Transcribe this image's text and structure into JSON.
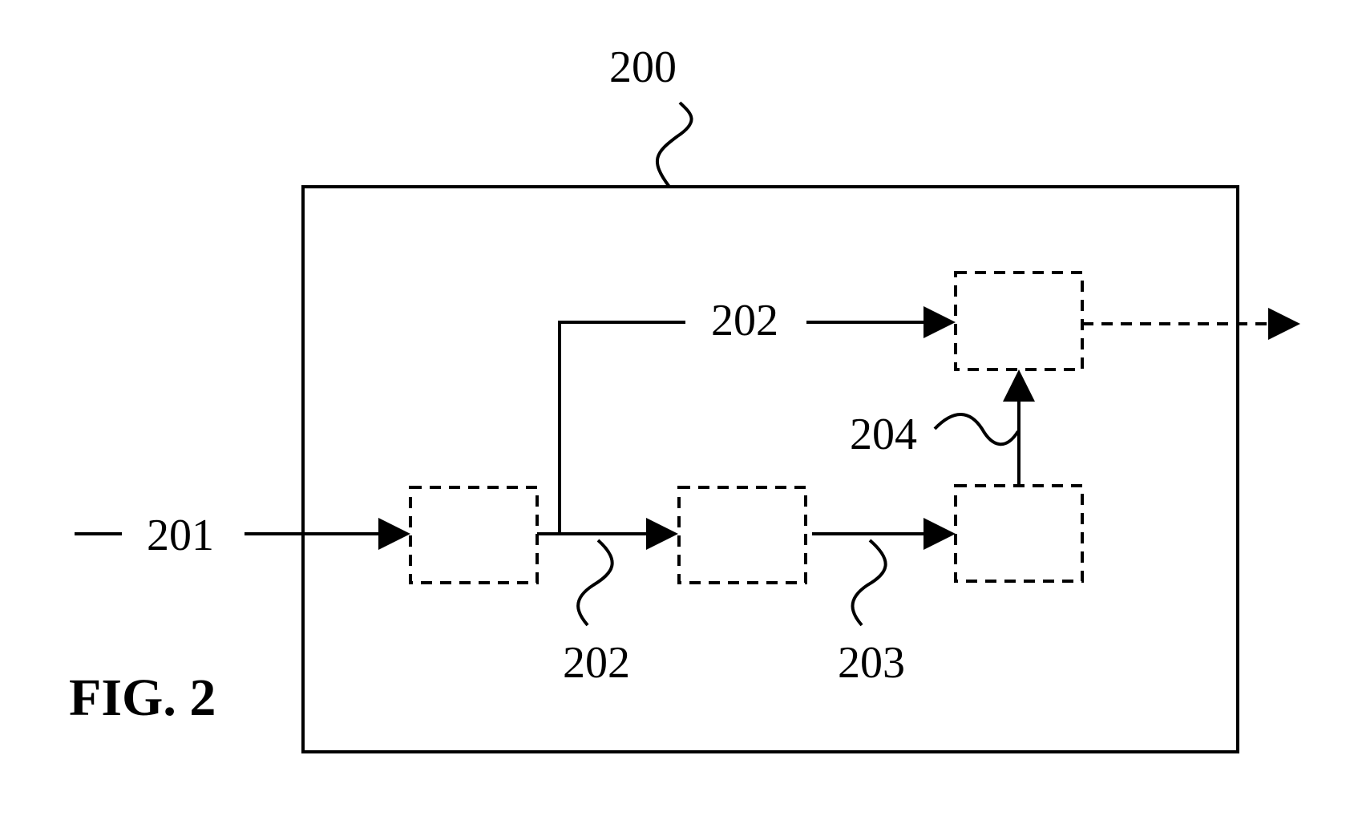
{
  "figure": {
    "caption": "FIG. 2",
    "device_ref": "200",
    "input_ref": "201",
    "branch_ref_top": "202",
    "branch_ref_bottom": "202",
    "link_ref": "203",
    "up_ref": "204"
  },
  "colors": {
    "ink": "#000000",
    "background": "#ffffff"
  }
}
